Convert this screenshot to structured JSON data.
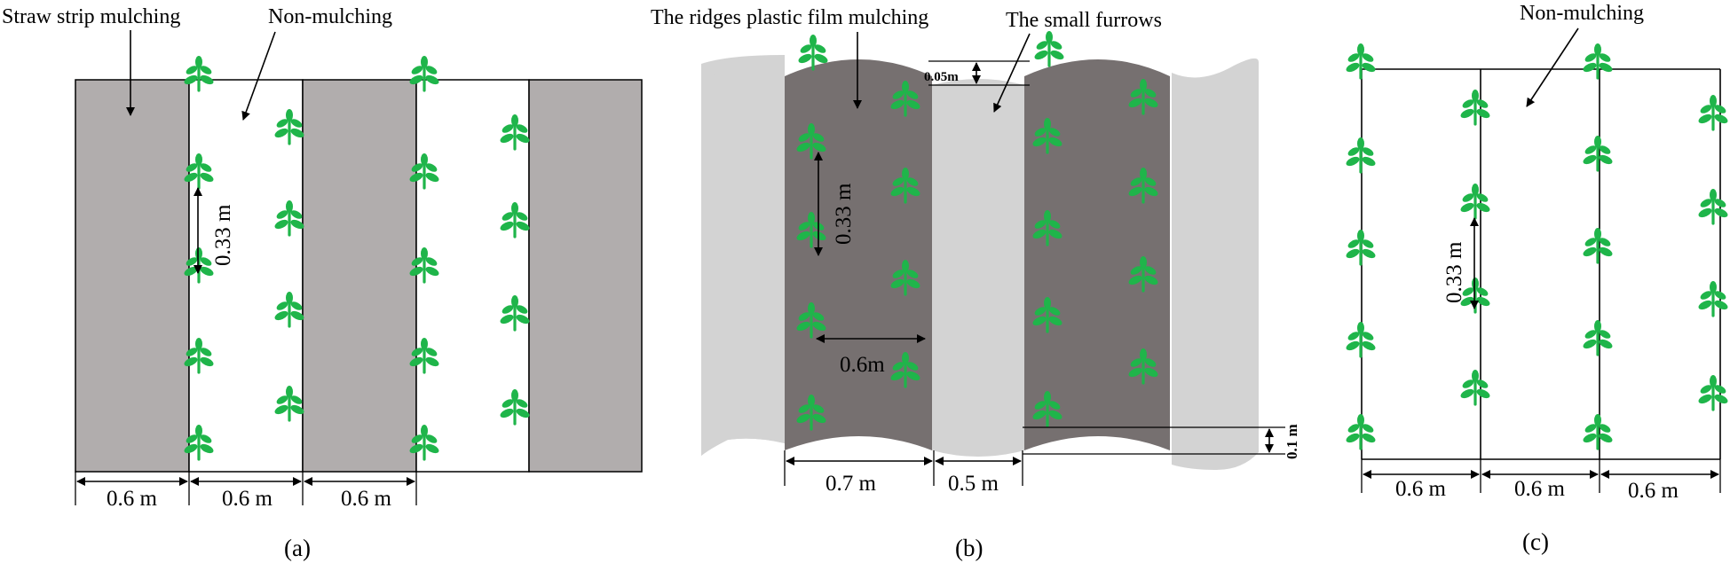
{
  "panel_a": {
    "label_straw": "Straw strip mulching",
    "label_non": "Non-mulching",
    "spacing": "0.33 m",
    "widths": [
      "0.6 m",
      "0.6 m",
      "0.6 m"
    ],
    "caption": "(a)",
    "colors": {
      "straw": "#b1adad",
      "plant": "#1fb54a"
    }
  },
  "panel_b": {
    "label_ridges": "The ridges plastic film mulching",
    "label_furrows": "The small furrows",
    "height_top": "0.05m",
    "spacing": "0.33 m",
    "row_gap": "0.6m",
    "height_bottom": "0.1 m",
    "widths": [
      "0.7 m",
      "0.5 m"
    ],
    "caption": "(b)",
    "colors": {
      "ridge": "#767070",
      "furrow": "#d3d3d3"
    }
  },
  "panel_c": {
    "label_non": "Non-mulching",
    "spacing": "0.33 m",
    "widths": [
      "0.6 m",
      "0.6 m",
      "0.6 m"
    ],
    "caption": "(c)"
  }
}
